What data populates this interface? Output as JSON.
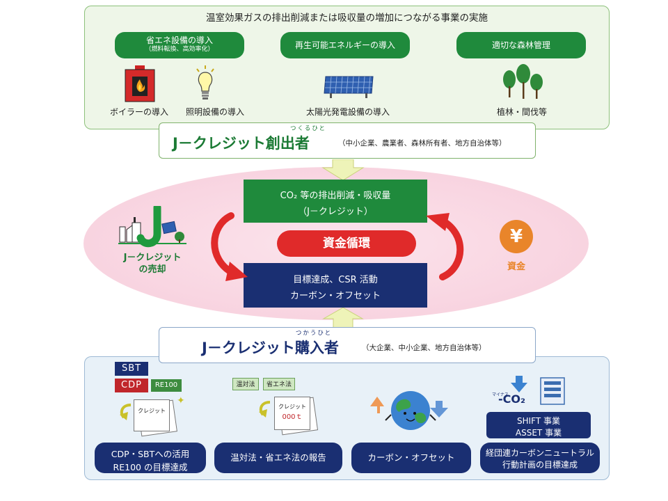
{
  "top": {
    "title": "温室効果ガスの排出削減または吸収量の増加につながる事業の実施",
    "categories": [
      {
        "main": "省エネ設備の導入",
        "sub": "（燃料転換、高効率化）"
      },
      {
        "main": "再生可能エネルギーの導入",
        "sub": ""
      },
      {
        "main": "適切な森林管理",
        "sub": ""
      }
    ],
    "icon_labels": [
      "ボイラーの導入",
      "照明設備の導入",
      "太陽光発電設備の導入",
      "植林・間伐等"
    ]
  },
  "creator": {
    "main": "J－クレジット創出者",
    "ruby": "つくるひと",
    "paren": "（中小企業、農業者、森林所有者、地方自治体等）"
  },
  "cycle": {
    "green_line1": "CO₂ 等の排出削減・吸収量",
    "green_line2": "（J－クレジット）",
    "center": "資金循環",
    "navy_line1": "目標達成、CSR 活動",
    "navy_line2": "カーボン・オフセット",
    "left_j": "J",
    "left_label1": "J－クレジット",
    "left_label2": "の売却",
    "yen_symbol": "¥",
    "right_label": "資金"
  },
  "buyer": {
    "main": "J－クレジット購入者",
    "ruby": "つかうひと",
    "paren": "（大企業、中小企業、地方自治体等）"
  },
  "bottom": {
    "badges": [
      "SBT",
      "CDP",
      "RE100"
    ],
    "credit_doc_label": "クレジット",
    "law_tags": [
      "温対法",
      "省エネ法"
    ],
    "credit_doc_label2": "クレジット",
    "credit_amount": "000ｔ",
    "co2_text": "-CO₂",
    "co2_ruby": "マイナス",
    "shift_line1": "SHIFT 事業",
    "shift_line2": "ASSET 事業",
    "pills": [
      {
        "line1": "CDP・SBTへの活用",
        "line2": "RE100 の目標達成"
      },
      {
        "line1": "温対法・省エネ法の報告",
        "line2": ""
      },
      {
        "line1": "カーボン・オフセット",
        "line2": ""
      },
      {
        "line1": "経団連カーボンニュートラル",
        "line2": "行動計画の目標達成"
      }
    ]
  },
  "colors": {
    "green": "#1f8a3c",
    "navy": "#1a2f72",
    "red": "#e02a2a",
    "orange": "#e9852a",
    "pink": "#f9d6e2"
  }
}
